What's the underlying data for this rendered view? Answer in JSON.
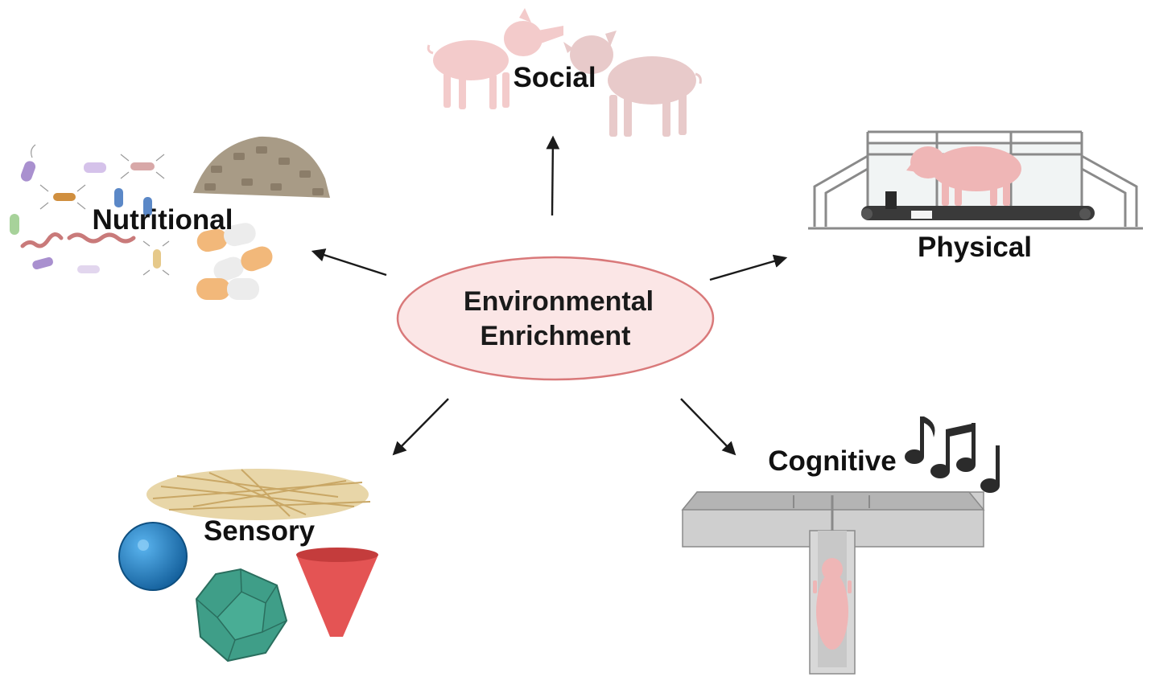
{
  "center": {
    "line1": "Environmental",
    "line2": "Enrichment"
  },
  "categories": {
    "social": "Social",
    "physical": "Physical",
    "nutritional": "Nutritional",
    "sensory": "Sensory",
    "cognitive": "Cognitive"
  },
  "colors": {
    "ellipse_fill": "#fbe6e6",
    "ellipse_stroke": "#d9797a",
    "pig": "#f2bcbc",
    "ball": "#1f7fc4",
    "dodecahedron": "#3f9e88",
    "cone": "#e45454",
    "maze": "#cfcfcf",
    "arrow": "#1a1a1a"
  }
}
